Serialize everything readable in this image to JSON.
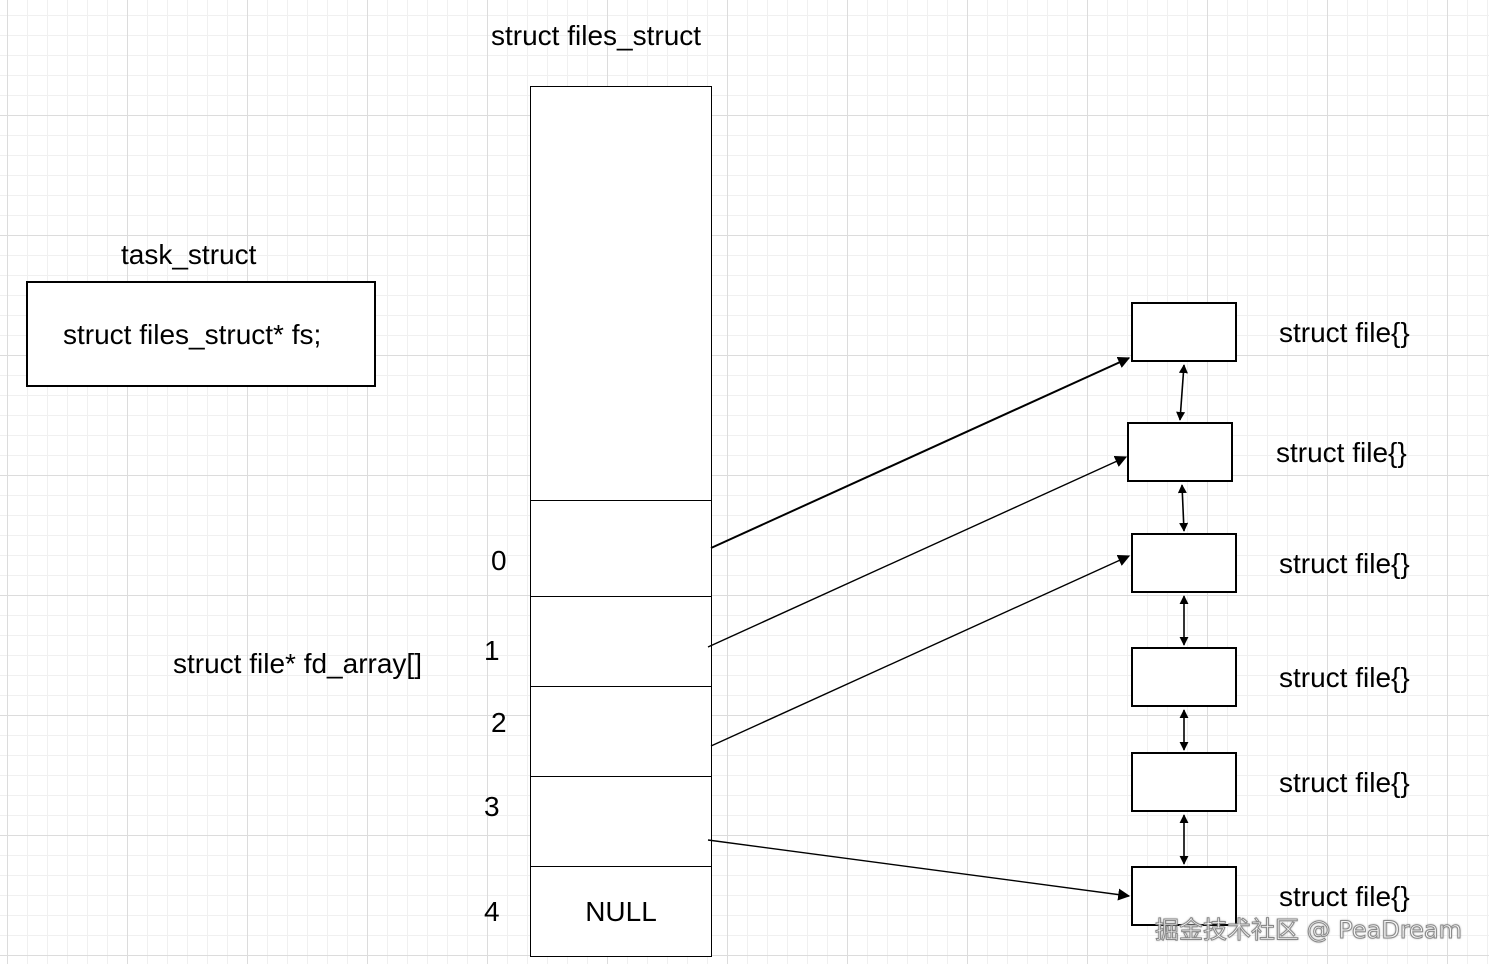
{
  "files_struct": {
    "title": "struct files_struct",
    "null_label": "NULL"
  },
  "task_struct": {
    "title": "task_struct",
    "field": "struct files_struct* fs;"
  },
  "fd_array": {
    "label": "struct file* fd_array[]",
    "indices": [
      "0",
      "1",
      "2",
      "3",
      "4"
    ]
  },
  "files": [
    {
      "label": "struct file{}"
    },
    {
      "label": "struct file{}"
    },
    {
      "label": "struct file{}"
    },
    {
      "label": "struct file{}"
    },
    {
      "label": "struct file{}"
    },
    {
      "label": "struct file{}"
    }
  ],
  "watermark": "掘金技术社区 @ PeaDream"
}
